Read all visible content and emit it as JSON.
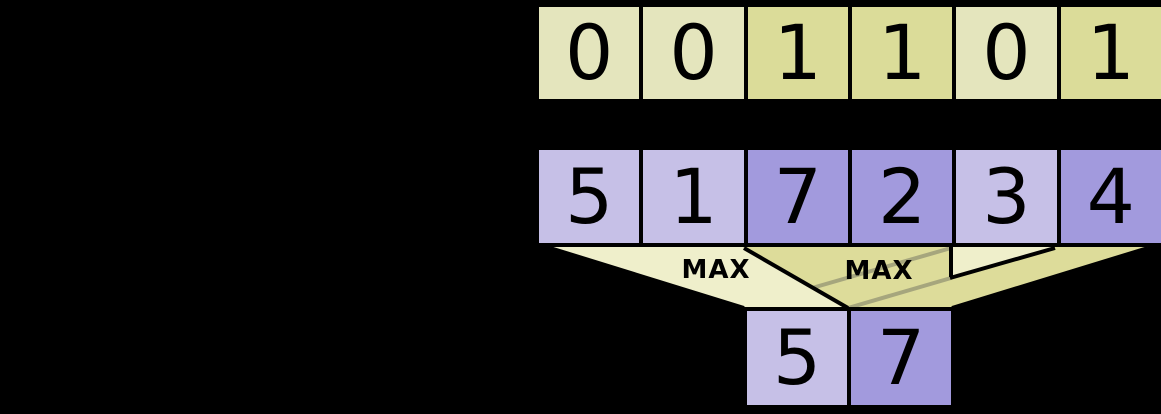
{
  "colors": {
    "background": "#000000",
    "mask_light": "#e4e5bd",
    "mask_dark": "#dbdc99",
    "value_light": "#c6c0e7",
    "value_dark": "#a29add",
    "funnel_light": "#efefcb",
    "funnel_dark": "#dddc9a",
    "hidden_edge": "#a6a67d",
    "edge": "#000000"
  },
  "mask_row": {
    "cells": [
      {
        "value": "0",
        "variant": "light"
      },
      {
        "value": "0",
        "variant": "light"
      },
      {
        "value": "1",
        "variant": "dark"
      },
      {
        "value": "1",
        "variant": "dark"
      },
      {
        "value": "0",
        "variant": "light"
      },
      {
        "value": "1",
        "variant": "dark"
      }
    ]
  },
  "value_row": {
    "cells": [
      {
        "value": "5",
        "variant": "light"
      },
      {
        "value": "1",
        "variant": "light"
      },
      {
        "value": "7",
        "variant": "dark"
      },
      {
        "value": "2",
        "variant": "dark"
      },
      {
        "value": "3",
        "variant": "light"
      },
      {
        "value": "4",
        "variant": "dark"
      }
    ]
  },
  "output_row": {
    "cells": [
      {
        "value": "5",
        "variant": "light"
      },
      {
        "value": "7",
        "variant": "dark"
      }
    ]
  },
  "funnels": {
    "left": {
      "label": "MAX"
    },
    "right": {
      "label": "MAX"
    }
  }
}
